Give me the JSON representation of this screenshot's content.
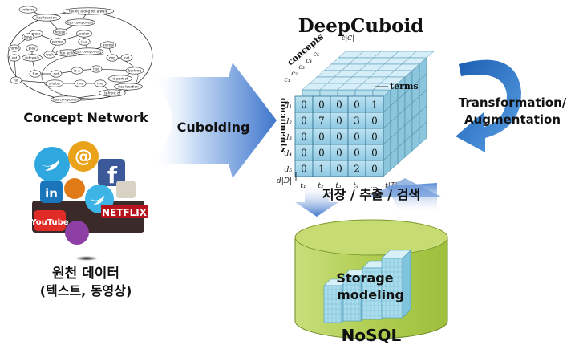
{
  "title": "DeepCuboid",
  "concept_network": {
    "label": "Concept Network",
    "node_labels": [
      "indoors",
      "taking a dog for a walk",
      "has location",
      "has component",
      "house",
      "grass",
      "have",
      "person",
      "action",
      "is-a",
      "home",
      "play",
      "eat",
      "sidewalk",
      "walk",
      "fun action",
      "has component",
      "animal",
      "dog",
      "cat",
      "fun",
      "pet",
      "is-a",
      "has",
      "barking",
      "is-part-of",
      "fur",
      "shelter",
      "is-a",
      "is-a",
      "has location",
      "is-front of",
      "has component"
    ]
  },
  "sources": {
    "label_line1": "원천 데이터",
    "label_line2": "(텍스트, 동영상)",
    "icon_texts": {
      "at": "@",
      "facebook": "f",
      "linkedin": "in",
      "netflix": "NETFLIX",
      "youtube": "YouTube"
    }
  },
  "arrows": {
    "cuboiding": "Cuboiding",
    "transformation_line1": "Transformation/",
    "transformation_line2": "Augmentation",
    "store": "저장 / 추출 / 검색"
  },
  "cube": {
    "axis_concepts": "concepts",
    "axis_terms": "terms",
    "axis_documents": "documents",
    "concept_labels": [
      "c₁",
      "c₂",
      "c₃",
      "c₄",
      "c₅"
    ],
    "concept_last": "c|C|",
    "row_labels": [
      "d₁",
      "d₂",
      "d₃",
      "d₄",
      "d₅",
      "d|D|"
    ],
    "col_labels": [
      "t₁",
      "t₂",
      "t₃",
      "t₄",
      "…",
      "t|T|"
    ],
    "grid": [
      [
        "0",
        "0",
        "0",
        "0",
        "1"
      ],
      [
        "0",
        "7",
        "0",
        "3",
        "0"
      ],
      [
        "0",
        "0",
        "0",
        "0",
        "0"
      ],
      [
        "0",
        "0",
        "0",
        "0",
        "0"
      ],
      [
        "0",
        "1",
        "0",
        "2",
        "0"
      ]
    ],
    "ellipsis": "…"
  },
  "storage": {
    "label_line1": "Storage",
    "label_line2": "modeling",
    "db_label": "NoSQL"
  },
  "colors": {
    "arrow_blue": "#4a7fd0",
    "cylinder_green": "#b9d45a",
    "cube_blue": "#a8d8ea",
    "cell_blue": "#cfeaf4"
  }
}
